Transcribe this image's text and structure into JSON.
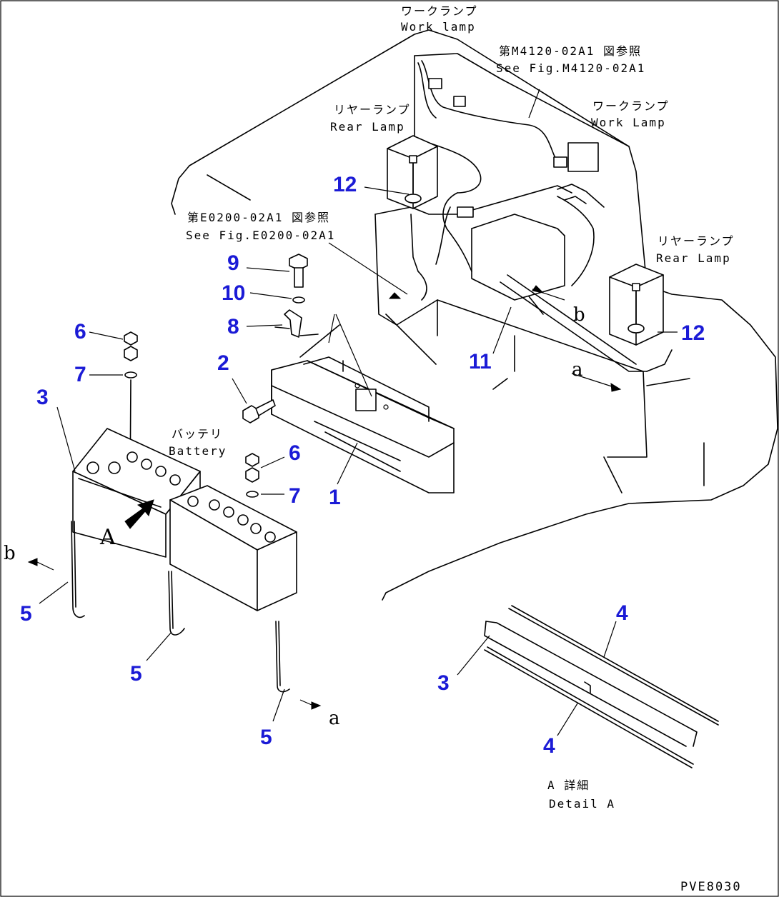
{
  "labels": {
    "work_lamp_top_jp": "ワークランプ",
    "work_lamp_top_en": "Work lamp",
    "ref_top_jp": "第M4120-02A1 図参照",
    "ref_top_en": "See Fig.M4120-02A1",
    "rear_lamp_left_jp": "リヤーランプ",
    "rear_lamp_left_en": "Rear Lamp",
    "work_lamp_right_jp": "ワークランプ",
    "work_lamp_right_en": "Work Lamp",
    "ref_mid_jp": "第E0200-02A1 図参照",
    "ref_mid_en": "See Fig.E0200-02A1",
    "rear_lamp_right_jp": "リヤーランプ",
    "rear_lamp_right_en": "Rear Lamp",
    "battery_jp": "バッテリ",
    "battery_en": "Battery",
    "detail_jp": "A 詳細",
    "detail_en": "Detail A",
    "drawing_code": "PVE8030"
  },
  "view_marks": {
    "view_A": "A",
    "arrow_a_right": "a",
    "arrow_b_right": "b",
    "arrow_b_left": "b",
    "arrow_a_bottom": "a"
  },
  "callouts": {
    "c12_left": "12",
    "c12_right": "12",
    "c9": "9",
    "c10": "10",
    "c8": "8",
    "c11": "11",
    "c2": "2",
    "c1": "1",
    "c6_top": "6",
    "c7_top": "7",
    "c3_main": "3",
    "c6_mid": "6",
    "c7_mid": "7",
    "c5_left": "5",
    "c5_mid": "5",
    "c5_right": "5",
    "c4_top": "4",
    "c4_bottom": "4",
    "c3_detail": "3"
  },
  "colors": {
    "callout": "#1b1bd6",
    "line": "#000000"
  }
}
